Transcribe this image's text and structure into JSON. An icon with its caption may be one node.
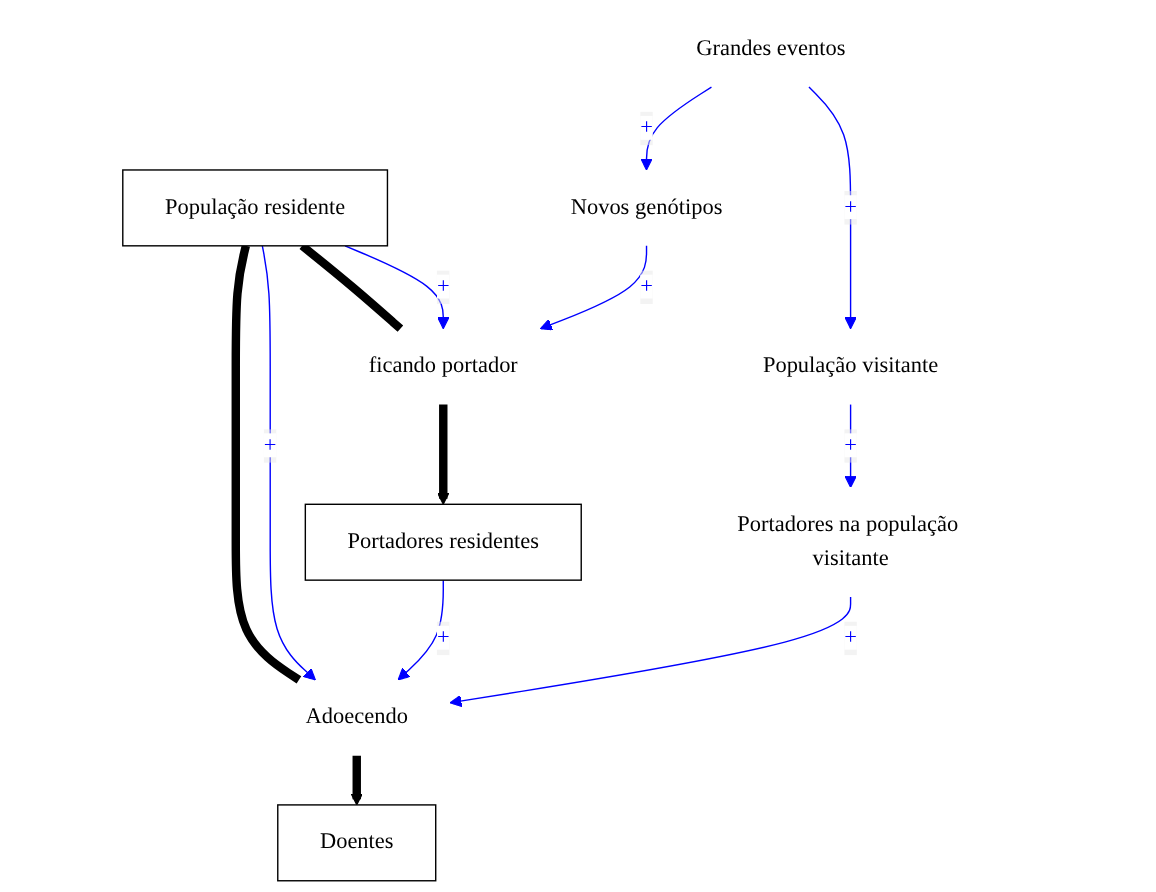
{
  "diagram": {
    "nodes": [
      {
        "text": [
          "População residente"
        ]
      },
      {
        "text": [
          "ficando portador"
        ]
      },
      {
        "text": [
          "Adoecendo"
        ]
      },
      {
        "text": [
          "Portadores residentes"
        ]
      },
      {
        "text": [
          "Portadores na população visitante"
        ]
      },
      {
        "text": [
          "Doentes"
        ]
      },
      {
        "text": [
          "População visitante"
        ]
      },
      {
        "text": [
          "Grandes eventos"
        ]
      },
      {
        "text": [
          "Novos genótipos"
        ]
      }
    ],
    "edges": [
      {
        "from": 0,
        "to": 2,
        "arrow": "none",
        "style": "thick",
        "color": "#000000"
      },
      {
        "from": 2,
        "to": 5,
        "arrow": "to",
        "style": "thick",
        "color": "#000000"
      },
      {
        "from": 0,
        "to": 1,
        "arrow": "none",
        "style": "thick",
        "color": "#000000"
      },
      {
        "from": 1,
        "to": 3,
        "arrow": "to",
        "style": "thick",
        "color": "#000000"
      },
      {
        "from": 0,
        "to": 2,
        "arrow": "to",
        "label": "+"
      },
      {
        "from": 0,
        "to": 1,
        "arrow": "to",
        "label": "+"
      },
      {
        "from": 3,
        "to": 2,
        "arrow": "to",
        "label": "+"
      },
      {
        "from": 4,
        "to": 2,
        "arrow": "to",
        "label": "+"
      },
      {
        "from": 6,
        "to": 4,
        "arrow": "to",
        "label": "+"
      },
      {
        "from": 7,
        "to": 6,
        "arrow": "to",
        "label": "+"
      },
      {
        "from": 7,
        "to": 8,
        "arrow": "to",
        "label": "+"
      },
      {
        "from": 8,
        "to": 1,
        "arrow": "to",
        "label": "+"
      }
    ]
  }
}
